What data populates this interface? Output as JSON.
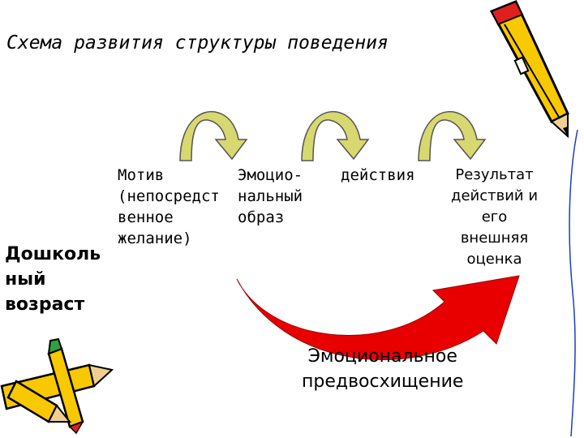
{
  "title": "Схема развития структуры поведения",
  "side_label": {
    "line1": "Дошколь",
    "line2": "ный",
    "line3": "возраст"
  },
  "terms": {
    "motive": {
      "line1": "Мотив",
      "line2": "(непосредст",
      "line3": "венное",
      "line4": "желание)"
    },
    "emotional_image": {
      "line1": "Эмоцио-",
      "line2": "нальный",
      "line3": "образ"
    },
    "actions": {
      "line1": "действия"
    },
    "result": {
      "line1": "Результат",
      "line2": "действий и",
      "line3": "его",
      "line4": "внешняя",
      "line5": "оценка"
    }
  },
  "anticipation": {
    "line1": "Эмоциональное",
    "line2": "предвосхищение"
  },
  "colors": {
    "curved_arrow_fill": "#d8d870",
    "big_arrow_fill": "#e80000",
    "pencil_body": "#f8c800",
    "pencil_outline": "#000000",
    "side_line": "#1a3fc0"
  },
  "icons": [
    "pencil-icon",
    "crossed-pencils-icon"
  ]
}
